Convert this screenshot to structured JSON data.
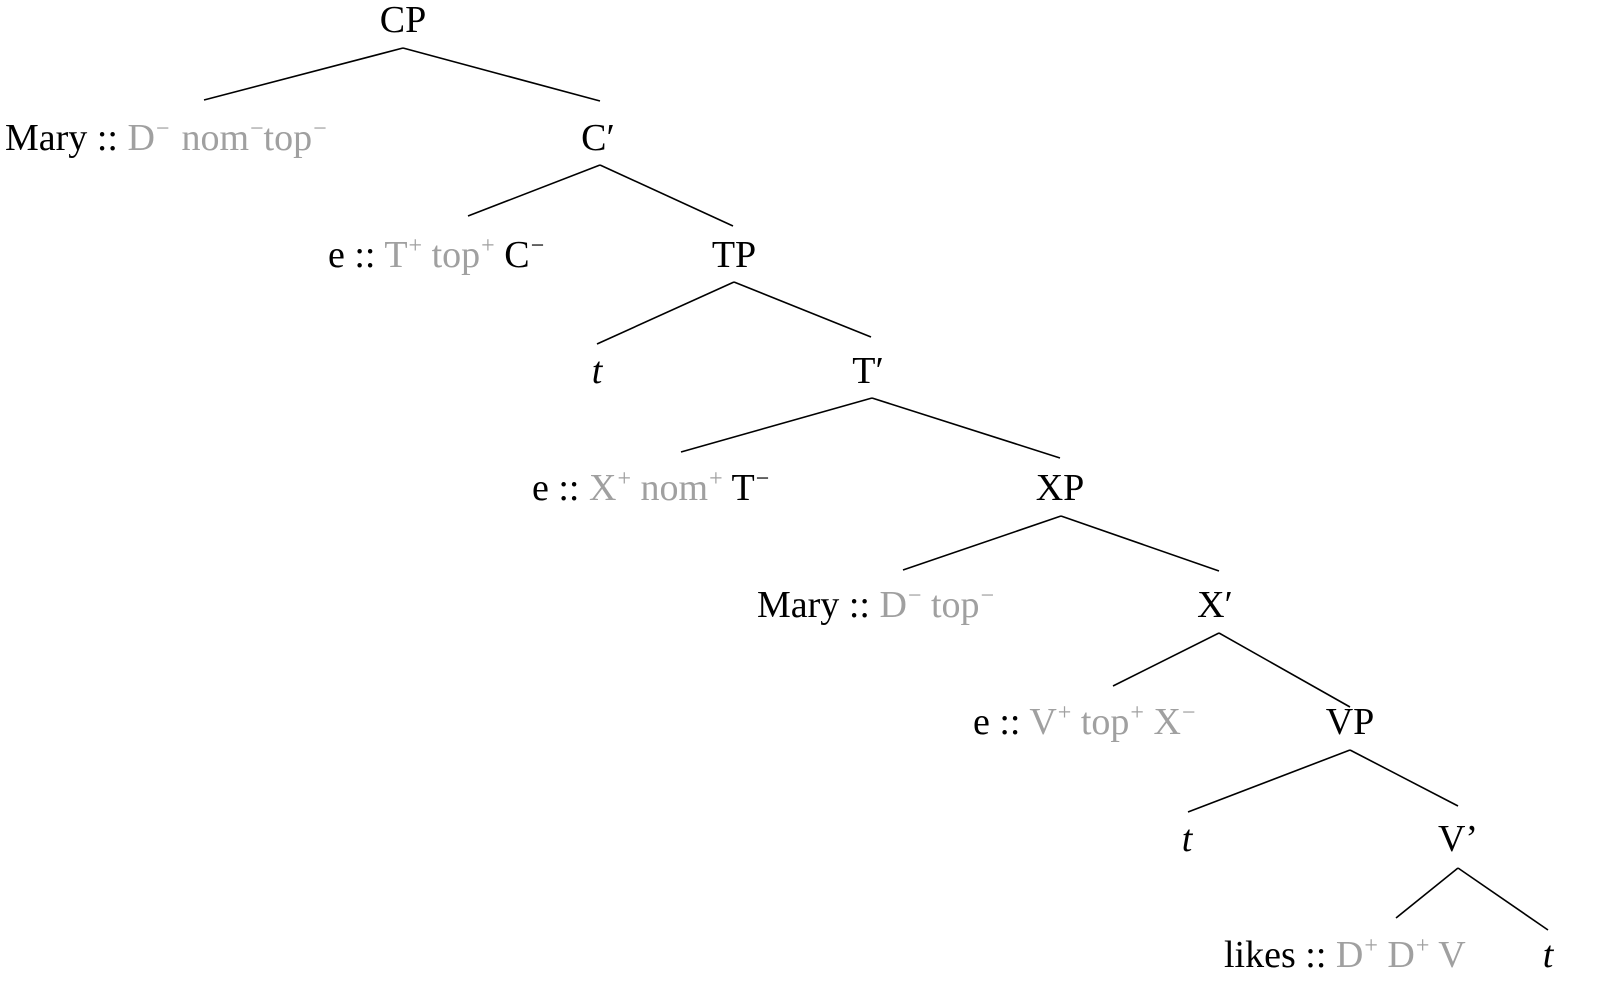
{
  "diagram": {
    "type": "syntax-tree",
    "colors": {
      "label": "#000000",
      "feature": "#a0a0a0",
      "edge": "#000000"
    },
    "nodes": {
      "cp": {
        "label": "CP"
      },
      "mary1": {
        "word": "Mary",
        "sep": "::",
        "features": [
          {
            "base": "D",
            "sign": "−"
          },
          {
            "base": "nom",
            "sign": "−"
          },
          {
            "base": "top",
            "sign": "−"
          }
        ]
      },
      "cbar": {
        "label": "C′"
      },
      "e1": {
        "word": "e",
        "sep": "::",
        "features": [
          {
            "base": "T",
            "sign": "+"
          },
          {
            "base": "top",
            "sign": "+"
          }
        ],
        "category": {
          "base": "C",
          "sign": "−"
        }
      },
      "tp": {
        "label": "TP"
      },
      "t1": {
        "label": "t"
      },
      "tbar": {
        "label": "T′"
      },
      "e2": {
        "word": "e",
        "sep": "::",
        "features": [
          {
            "base": "X",
            "sign": "+"
          },
          {
            "base": "nom",
            "sign": "+"
          }
        ],
        "category": {
          "base": "T",
          "sign": "−"
        }
      },
      "xp": {
        "label": "XP"
      },
      "mary2": {
        "word": "Mary",
        "sep": "::",
        "features": [
          {
            "base": "D",
            "sign": "−"
          },
          {
            "base": "top",
            "sign": "−"
          }
        ]
      },
      "xbar": {
        "label": "X′"
      },
      "e3": {
        "word": "e",
        "sep": "::",
        "features": [
          {
            "base": "V",
            "sign": "+"
          },
          {
            "base": "top",
            "sign": "+"
          },
          {
            "base": "X",
            "sign": "−"
          }
        ]
      },
      "vp": {
        "label": "VP"
      },
      "t2": {
        "label": "t"
      },
      "vbar": {
        "label": "V’"
      },
      "likes": {
        "word": "likes",
        "sep": "::",
        "features": [
          {
            "base": "D",
            "sign": "+"
          },
          {
            "base": "D",
            "sign": "+"
          },
          {
            "base": "V",
            "sign": ""
          }
        ]
      },
      "t3": {
        "label": "t"
      }
    },
    "edges": [
      [
        "cp",
        "mary1"
      ],
      [
        "cp",
        "cbar"
      ],
      [
        "cbar",
        "e1"
      ],
      [
        "cbar",
        "tp"
      ],
      [
        "tp",
        "t1"
      ],
      [
        "tp",
        "tbar"
      ],
      [
        "tbar",
        "e2"
      ],
      [
        "tbar",
        "xp"
      ],
      [
        "xp",
        "mary2"
      ],
      [
        "xp",
        "xbar"
      ],
      [
        "xbar",
        "e3"
      ],
      [
        "xbar",
        "vp"
      ],
      [
        "vp",
        "t2"
      ],
      [
        "vp",
        "vbar"
      ],
      [
        "vbar",
        "likes"
      ],
      [
        "vbar",
        "t3"
      ]
    ]
  }
}
